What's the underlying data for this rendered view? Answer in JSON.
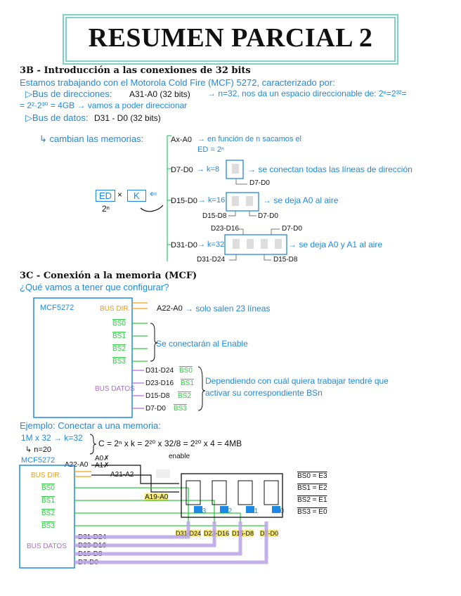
{
  "title": "RESUMEN PARCIAL 2",
  "s3b": {
    "heading": "3B - Introducción a las conexiones de 32 bits",
    "intro": "Estamos trabajando con el Motorola Cold Fire (MCF) 5272, caracterizado por:",
    "bus_dir_label": "▷Bus de direcciones:",
    "bus_dir_value": "A31-A0 (32 bits)",
    "bus_dir_result": "→ n=32, nos da un espacio direccionable de: 2ⁿ=2³²=",
    "bus_dir_line2": "= 2²·2³⁰ = 4GB → vamos a poder direccionar",
    "bus_datos_label": "▷Bus de datos:",
    "bus_datos_value": "D31 - D0 (32 bits)",
    "cambian": "↳ cambian las memorias:",
    "ed": "ED",
    "x": "×",
    "k": "K",
    "arrow_left": "⇐",
    "two_n": "2ⁿ",
    "ax": "Ax-A0",
    "ax_desc": "→ en función de n sacamos el ED = 2ⁿ",
    "d7": "D7-D0",
    "k8": "→ k=8",
    "k8_desc": "→ se conectan todas las líneas de dirección",
    "d7_label": "D7-D0",
    "d15": "D15-D0",
    "k16": "→ k=16",
    "k16_desc": "→ se deja A0 al aire",
    "d15_d8": "D15-D8",
    "d7_d0": "D7-D0",
    "d31": "D31-D0",
    "k32": "→ k=32",
    "k32_desc": "→ se deja A0 y A1 al aire",
    "d23_d16": "D23-D16",
    "d7_d0_b": "D7-D0",
    "d31_d24": "D31-D24",
    "d15_d8_b": "D15-D8"
  },
  "s3c": {
    "heading": "3C - Conexión a la memoria (MCF)",
    "question": "¿Qué vamos a tener que configurar?",
    "mcf": "MCF5272",
    "bus_dir": "BUS DIR.",
    "bs0": "BS0",
    "bs1": "BS1",
    "bs2": "BS2",
    "bs3": "BS3",
    "bus_datos": "BUS DATOS",
    "a22": "A22-A0",
    "a22_desc": "→ solo salen 23 líneas",
    "enable_desc": "Se conectarán al Enable",
    "d31_d24": "D31-D24",
    "d23_d16": "D23-D16",
    "d15_d8": "D15-D8",
    "d7_d0": "D7-D0",
    "data_desc1": "Dependiendo con cuál quiera trabajar tendré que",
    "data_desc2": "activar su correspondiente BSn"
  },
  "example": {
    "heading": "Ejemplo: Conectar a una memoria:",
    "spec": "1M x 32 → k=32",
    "n": "↳ n=20",
    "calc": "C = 2ⁿ x k = 2²⁰ x 32/8 = 2²⁰ x 4 = 4MB",
    "mcf": "MCF5272",
    "a22": "A22-A0",
    "a0": "A0✗",
    "a1": "A1✗",
    "a21": "A21-A2",
    "enable": "enable",
    "a19": "A19-A0",
    "bus_dir": "BUS DIR.",
    "bs0": "BS0",
    "bs1": "BS1",
    "bs2": "BS2",
    "bs3": "BS3",
    "bus_datos": "BUS DATOS",
    "d31_d24": "D31-D24",
    "d23_d16": "D23-D16",
    "d15_d8": "D15-D8",
    "d7_d0": "D7-D0",
    "e3": "E3",
    "e2": "E2",
    "e1": "E1",
    "e0": "E0",
    "mem_d31": "D31-D24",
    "mem_d23": "D23-D16",
    "mem_d15": "D15-D8",
    "mem_d7": "D7-D0",
    "map0": "BS0 = E3",
    "map1": "BS1 = E2",
    "map2": "BS2 = E1",
    "map3": "BS3 = E0"
  }
}
